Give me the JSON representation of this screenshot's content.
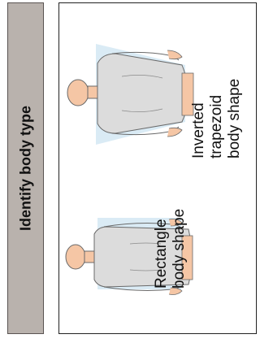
{
  "title": "Identify body type",
  "figures": [
    {
      "caption_lines": [
        "Rectangle",
        "body shape"
      ]
    },
    {
      "caption_lines": [
        "Inverted",
        "trapezoid",
        "body shape"
      ]
    }
  ],
  "colors": {
    "title_bar": "#b9b2ad",
    "body": "#d9d9d9",
    "outline": "#6a6a6a",
    "shape_fill": "#cfe6f2",
    "skin": "#f5c6a5"
  }
}
